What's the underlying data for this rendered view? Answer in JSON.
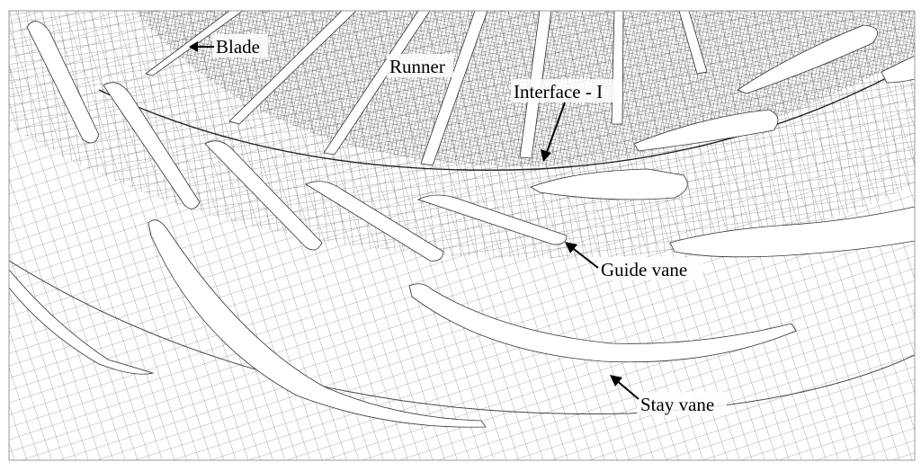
{
  "labels": {
    "blade": "Blade",
    "runner": "Runner",
    "interface": "Interface - I",
    "guide_vane": "Guide vane",
    "stay_vane": "Stay vane"
  },
  "colors": {
    "mesh": "#3c3c3c",
    "mesh_light": "#8a8a8a",
    "background": "#ffffff",
    "annotation": "#000000"
  }
}
